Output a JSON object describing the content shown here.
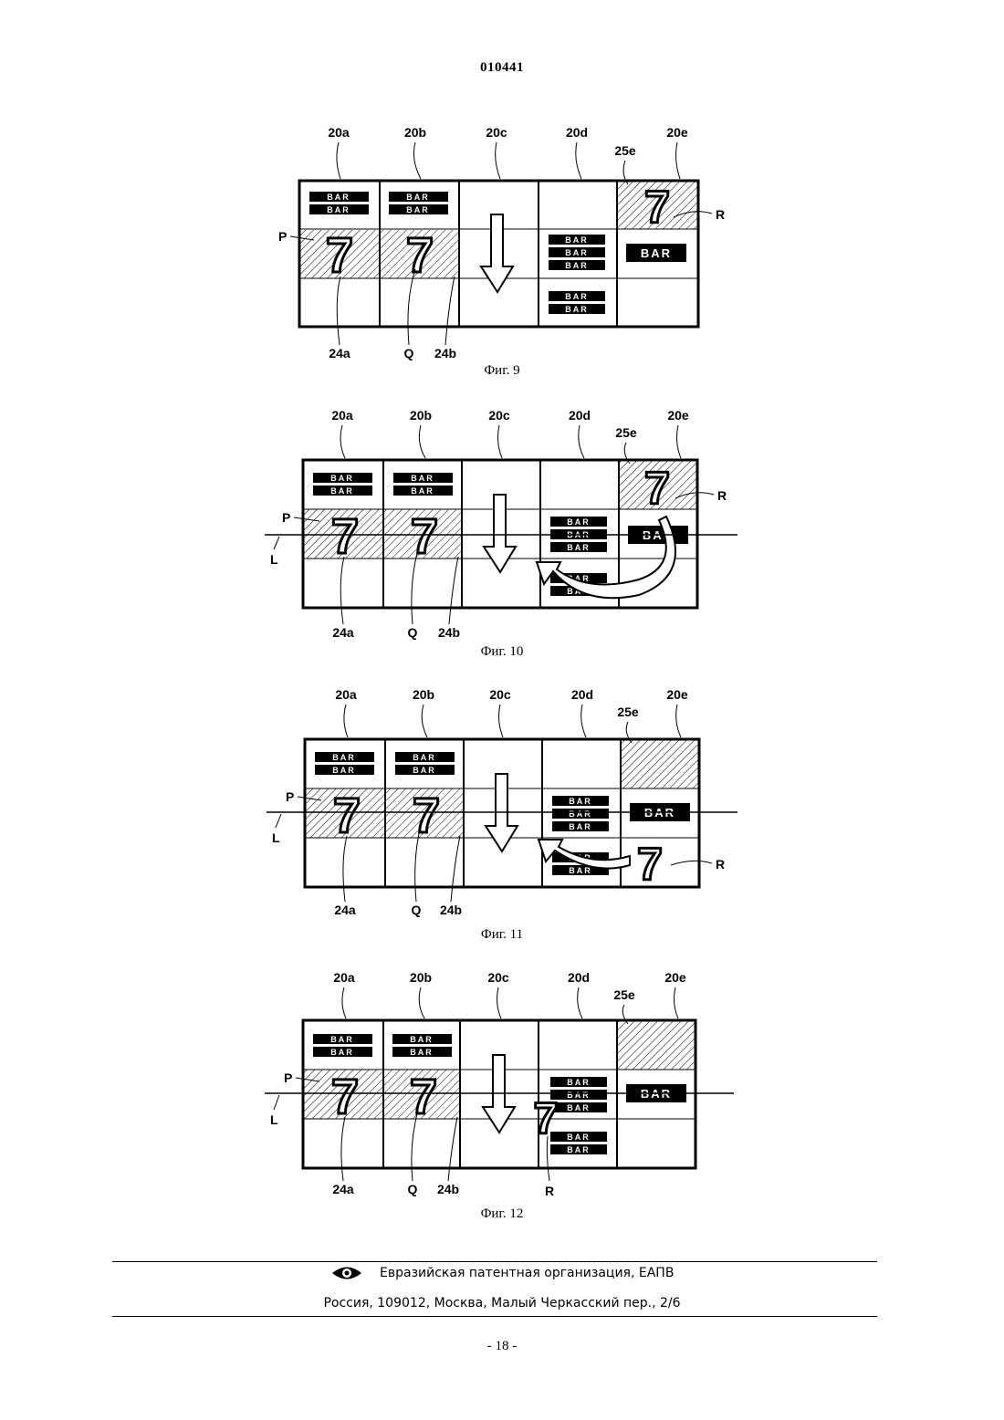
{
  "header": {
    "doc_number": "010441"
  },
  "labels": {
    "reel_a": "20a",
    "reel_b": "20b",
    "reel_c": "20c",
    "reel_d": "20d",
    "reel_e": "20e",
    "window_e": "25e",
    "symbol_p": "P",
    "symbol_q": "Q",
    "symbol_r": "R",
    "window_a": "24a",
    "window_b": "24b",
    "payline": "L",
    "bar": "BAR",
    "seven": "7"
  },
  "figures": [
    {
      "caption": "Фиг. 9"
    },
    {
      "caption": "Фиг. 10"
    },
    {
      "caption": "Фиг. 11"
    },
    {
      "caption": "Фиг. 12"
    }
  ],
  "footer": {
    "organization": "Евразийская патентная организация, ЕАПВ",
    "address": "Россия, 109012, Москва, Малый Черкасский пер., 2/6"
  },
  "page_number": "- 18 -"
}
